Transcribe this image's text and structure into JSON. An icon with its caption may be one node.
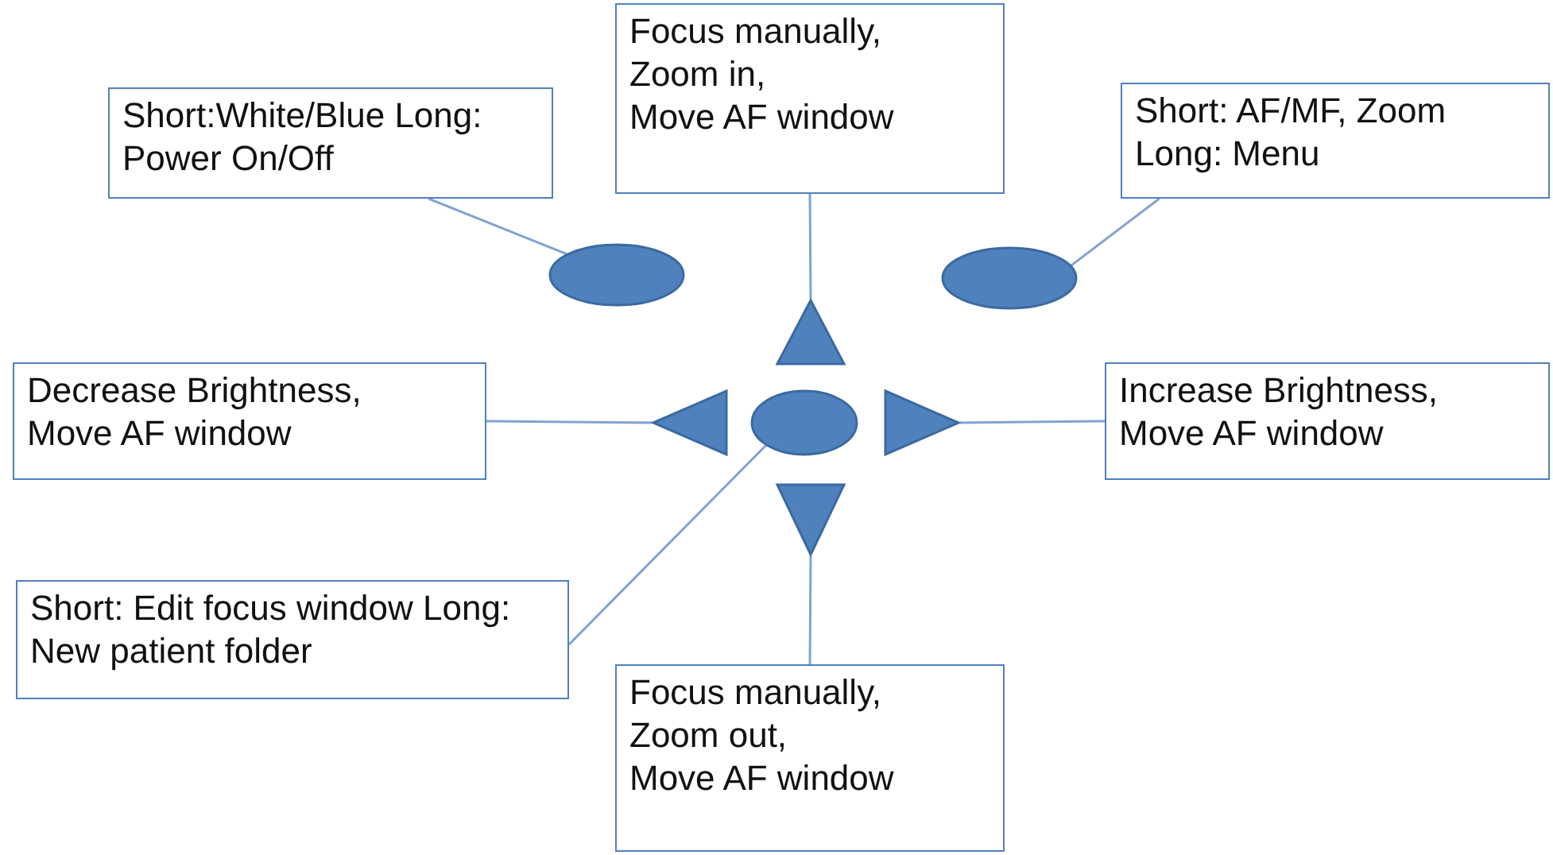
{
  "diagram": {
    "nodes": [
      {
        "text": [
          "Short:White/Blue Long: Power On/Off"
        ]
      },
      {
        "text": [
          "Focus manually, Zoom in, Move AF window"
        ]
      },
      {
        "text": [
          "Short: AF/MF, Zoom Long: Menu"
        ]
      },
      {
        "text": [],
        "shape": "ellipse"
      },
      {
        "text": [],
        "shape": "ellipse"
      },
      {
        "text": [],
        "shape": "triangle"
      },
      {
        "text": [
          "Decrease Brightness, Move AF window"
        ]
      },
      {
        "text": [],
        "shape": "triangle"
      },
      {
        "text": [],
        "shape": "ellipse"
      },
      {
        "text": [],
        "shape": "triangle"
      },
      {
        "text": [
          "Increase Brightness, Move AF window"
        ]
      },
      {
        "text": [],
        "shape": "triangle"
      },
      {
        "text": [
          "Short: Edit focus window Long: New patient folder"
        ]
      },
      {
        "text": [
          "Focus manually, Zoom out, Move AF window"
        ]
      }
    ],
    "edges": [
      {
        "from": 0,
        "to": 3,
        "arrow": "none"
      },
      {
        "from": 1,
        "to": 5,
        "arrow": "none"
      },
      {
        "from": 2,
        "to": 4,
        "arrow": "none"
      },
      {
        "from": 6,
        "to": 7,
        "arrow": "none"
      },
      {
        "from": 10,
        "to": 9,
        "arrow": "none"
      },
      {
        "from": 12,
        "to": 8,
        "arrow": "none"
      },
      {
        "from": 13,
        "to": 11,
        "arrow": "none"
      }
    ]
  }
}
